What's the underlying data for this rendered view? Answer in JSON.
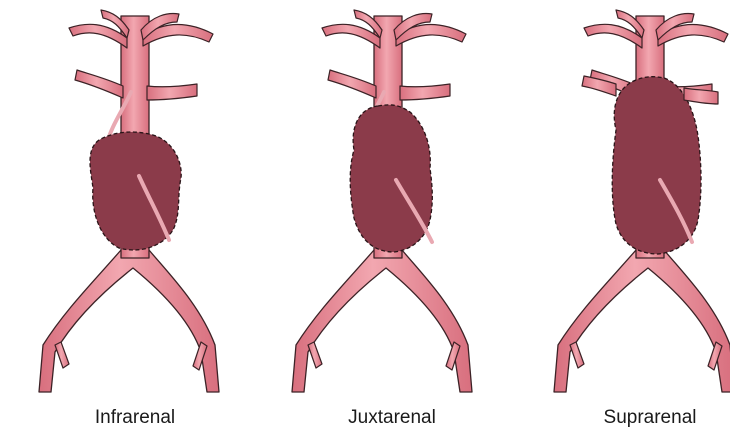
{
  "figure": {
    "panels": [
      {
        "id": "infrarenal",
        "label": "Infrarenal"
      },
      {
        "id": "juxtarenal",
        "label": "Juxtarenal"
      },
      {
        "id": "suprarenal",
        "label": "Suprarenal"
      }
    ],
    "colors": {
      "vessel_light": "#f2a7b0",
      "vessel_mid": "#e07a88",
      "aneurysm_fill": "#8b3b4a",
      "outline": "#3c2226"
    }
  }
}
